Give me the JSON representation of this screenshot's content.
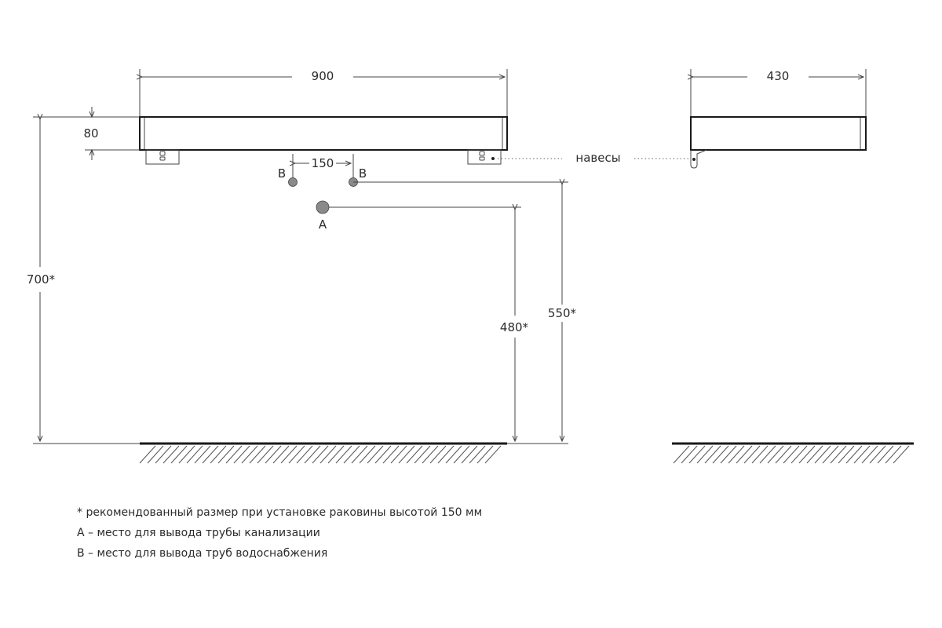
{
  "dimensions": {
    "front_width": "900",
    "side_depth": "430",
    "cabinet_height": "80",
    "pipe_spacing": "150",
    "total_height": "700*",
    "drain_height": "480*",
    "supply_height": "550*"
  },
  "labels": {
    "hangers": "навесы",
    "supply_left": "B",
    "supply_right": "B",
    "drain": "A"
  },
  "notes": [
    "* рекомендованный размер при установке  раковины высотой 150 мм",
    "A – место для вывода трубы канализации",
    "B – место для вывода труб водоснабжения"
  ]
}
